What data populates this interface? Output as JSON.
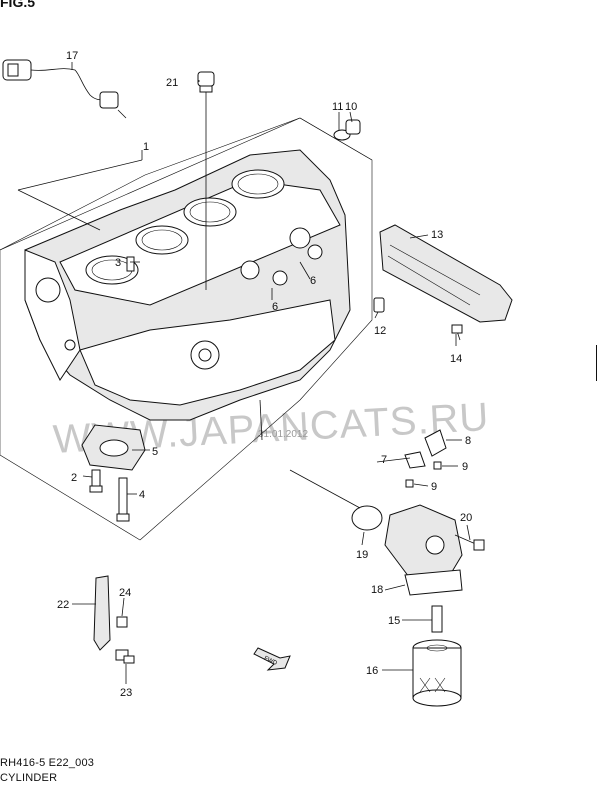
{
  "figure": {
    "title_fragment": "FIG.5",
    "code": "RH416-5 E22_003",
    "caption": "CYLINDER"
  },
  "watermark": {
    "text": "WWW.JAPANCATS.RU",
    "stamp": "31.01.2012"
  },
  "arrow_label": "FWD",
  "callouts": [
    "1",
    "2",
    "3",
    "4",
    "5",
    "6",
    "6",
    "7",
    "8",
    "9",
    "9",
    "10",
    "11",
    "12",
    "13",
    "14",
    "15",
    "16",
    "17",
    "18",
    "19",
    "20",
    "21",
    "22",
    "23",
    "24"
  ]
}
